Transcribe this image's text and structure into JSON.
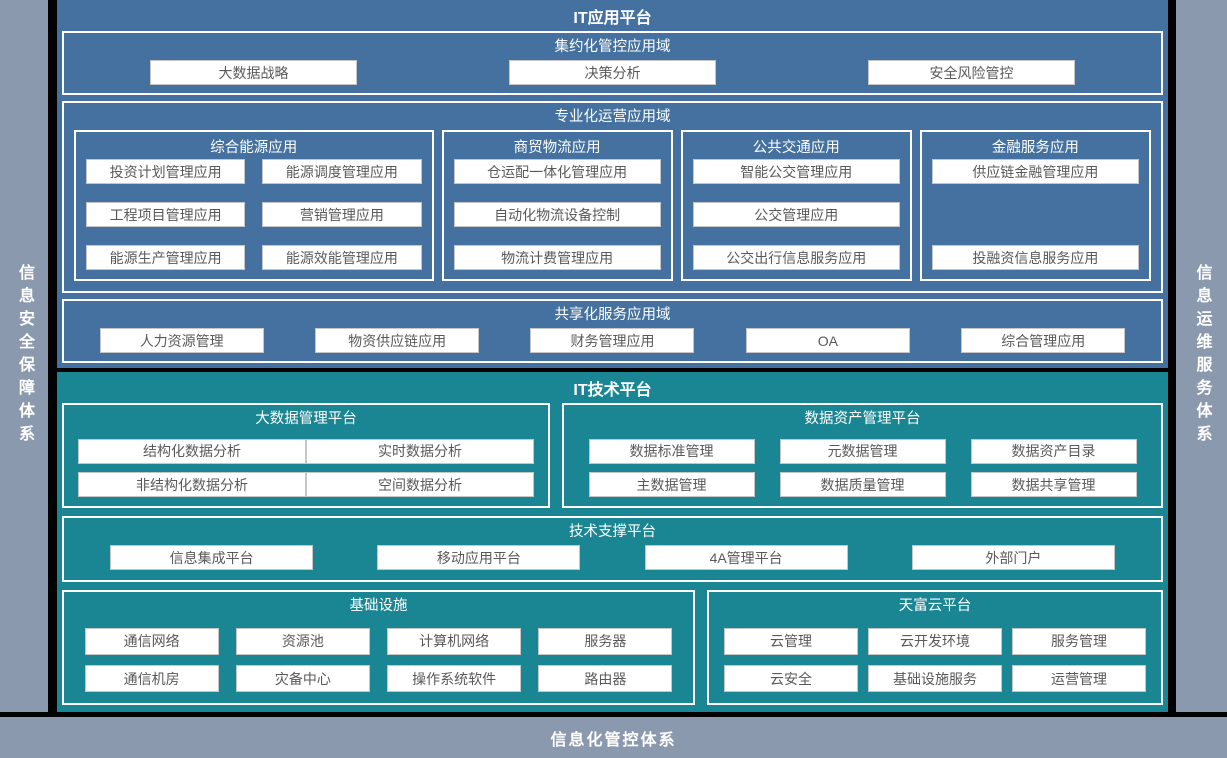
{
  "frame": {
    "left_bar_label": "信息安全保障体系",
    "right_bar_label": "信息运维服务体系",
    "bottom_bar_label": "信息化管控体系"
  },
  "colors": {
    "app_platform_bg": "#44719f",
    "tech_platform_bg": "#1a8593",
    "frame_bg": "#8b99ae",
    "item_bg": "#ffffff",
    "item_text": "#595959",
    "title_text": "#ffffff"
  },
  "app_platform": {
    "title": "IT应用平台",
    "centralized": {
      "title": "集约化管控应用域",
      "items": [
        "大数据战略",
        "决策分析",
        "安全风险管控"
      ]
    },
    "specialized": {
      "title": "专业化运营应用域",
      "columns": [
        {
          "title": "综合能源应用",
          "items": [
            "投资计划管理应用",
            "能源调度管理应用",
            "工程项目管理应用",
            "营销管理应用",
            "能源生产管理应用",
            "能源效能管理应用"
          ]
        },
        {
          "title": "商贸物流应用",
          "items": [
            "仓运配一体化管理应用",
            "自动化物流设备控制",
            "物流计费管理应用"
          ]
        },
        {
          "title": "公共交通应用",
          "items": [
            "智能公交管理应用",
            "公交管理应用",
            "公交出行信息服务应用"
          ]
        },
        {
          "title": "金融服务应用",
          "items": [
            "供应链金融管理应用",
            "投融资信息服务应用"
          ]
        }
      ]
    },
    "shared": {
      "title": "共享化服务应用域",
      "items": [
        "人力资源管理",
        "物资供应链应用",
        "财务管理应用",
        "OA",
        "综合管理应用"
      ]
    }
  },
  "tech_platform": {
    "title": "IT技术平台",
    "bigdata": {
      "title": "大数据管理平台",
      "items": [
        "结构化数据分析",
        "实时数据分析",
        "非结构化数据分析",
        "空间数据分析"
      ]
    },
    "data_asset": {
      "title": "数据资产管理平台",
      "items": [
        "数据标准管理",
        "元数据管理",
        "数据资产目录",
        "主数据管理",
        "数据质量管理",
        "数据共享管理"
      ]
    },
    "tech_support": {
      "title": "技术支撑平台",
      "items": [
        "信息集成平台",
        "移动应用平台",
        "4A管理平台",
        "外部门户"
      ]
    },
    "infrastructure": {
      "title": "基础设施",
      "items": [
        "通信网络",
        "资源池",
        "计算机网络",
        "服务器",
        "通信机房",
        "灾备中心",
        "操作系统软件",
        "路由器"
      ]
    },
    "cloud": {
      "title": "天富云平台",
      "items": [
        "云管理",
        "云开发环境",
        "服务管理",
        "云安全",
        "基础设施服务",
        "运营管理"
      ]
    }
  }
}
